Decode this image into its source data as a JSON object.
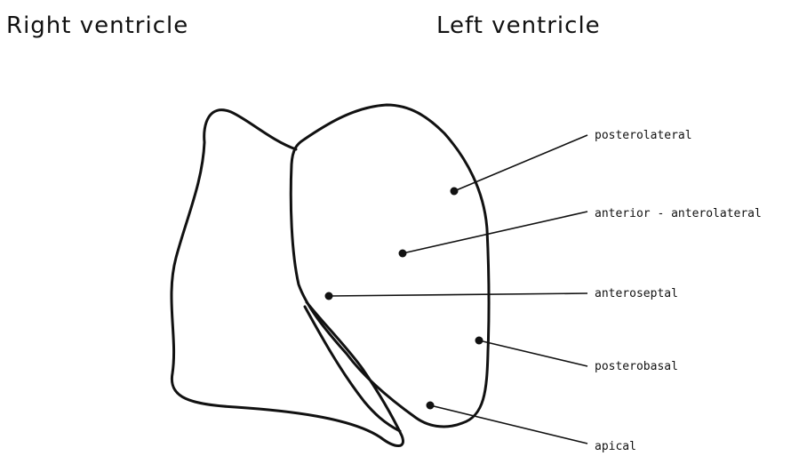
{
  "diagram": {
    "titles": {
      "right_ventricle": "Right ventricle",
      "left_ventricle": "Left ventricle"
    },
    "segments": [
      {
        "id": "posterolateral",
        "label": "posterolateral"
      },
      {
        "id": "anterior-anterolateral",
        "label": "anterior - anterolateral"
      },
      {
        "id": "anteroseptal",
        "label": "anteroseptal"
      },
      {
        "id": "posterobasal",
        "label": "posterobasal"
      },
      {
        "id": "apical",
        "label": "apical"
      }
    ],
    "colors": {
      "stroke": "#111111",
      "background": "#ffffff"
    }
  }
}
